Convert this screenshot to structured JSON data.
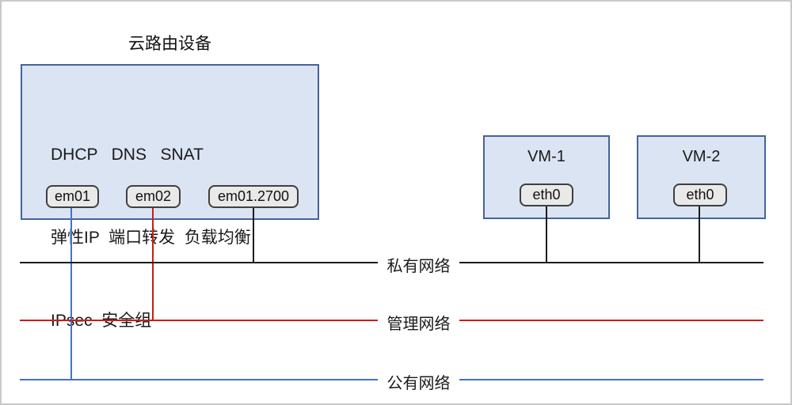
{
  "title": "云路由设备",
  "router": {
    "features": [
      "DHCP   DNS   SNAT",
      "弹性IP  端口转发  负载均衡",
      "IPsec  安全组"
    ],
    "ports": [
      "em01",
      "em02",
      "em01.2700"
    ]
  },
  "vms": [
    {
      "name": "VM-1",
      "port": "eth0"
    },
    {
      "name": "VM-2",
      "port": "eth0"
    }
  ],
  "networks": [
    {
      "id": "private",
      "label": "私有网络",
      "color": "#1c1c1c"
    },
    {
      "id": "management",
      "label": "管理网络",
      "color": "#c81e1e"
    },
    {
      "id": "public",
      "label": "公有网络",
      "color": "#4472c4"
    }
  ],
  "colors": {
    "node_fill": "#dbe4f2",
    "node_border": "#44639e",
    "port_fill": "#e9e9e9",
    "port_border": "#3f3f3f",
    "frame_border": "#c9c9c9",
    "private_line": "#1c1c1c",
    "management_line": "#c81e1e",
    "public_line": "#4472c4"
  }
}
